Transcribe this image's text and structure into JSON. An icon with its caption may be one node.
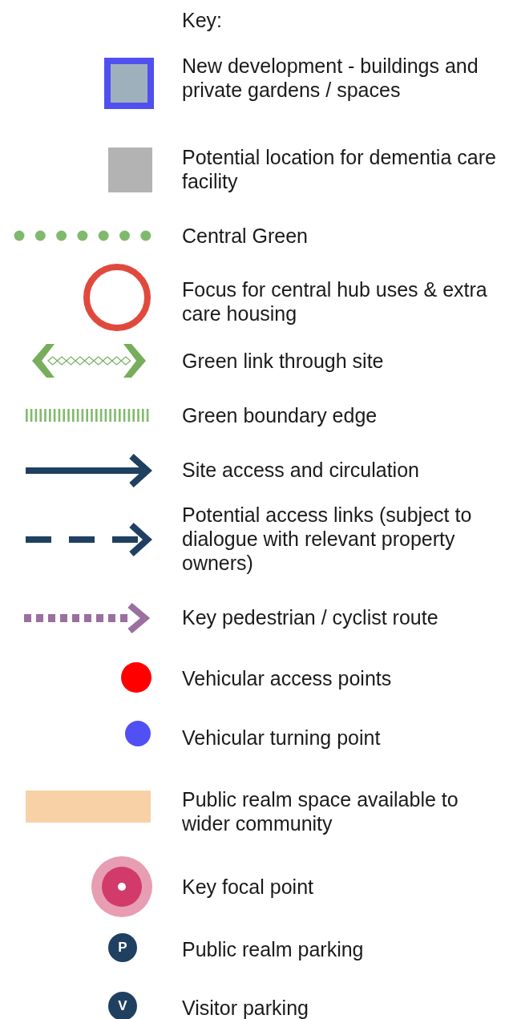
{
  "diagram": {
    "title": "Key:",
    "labels": [
      "P",
      "V"
    ],
    "legend": [
      {
        "text": "New development - buildings and private gardens / spaces"
      },
      {
        "text": "Potential location for dementia care facility",
        "color": "#b3b3b3"
      },
      {
        "text": "Central Green"
      },
      {
        "text": "Focus for central hub uses & extra care housing"
      },
      {
        "text": "Green link through site"
      },
      {
        "text": "Green boundary edge"
      },
      {
        "text": "Site access and circulation"
      },
      {
        "text": "Potential access links (subject to dialogue with relevant property owners)"
      },
      {
        "text": "Key pedestrian / cyclist route"
      },
      {
        "text": "Vehicular access points"
      },
      {
        "text": "Vehicular turning point"
      },
      {
        "text": "Public realm space available to wider community",
        "color": "#f8d1a7"
      },
      {
        "text": "Key focal point"
      },
      {
        "text": "Public realm parking"
      },
      {
        "text": "Visitor parking"
      }
    ]
  }
}
